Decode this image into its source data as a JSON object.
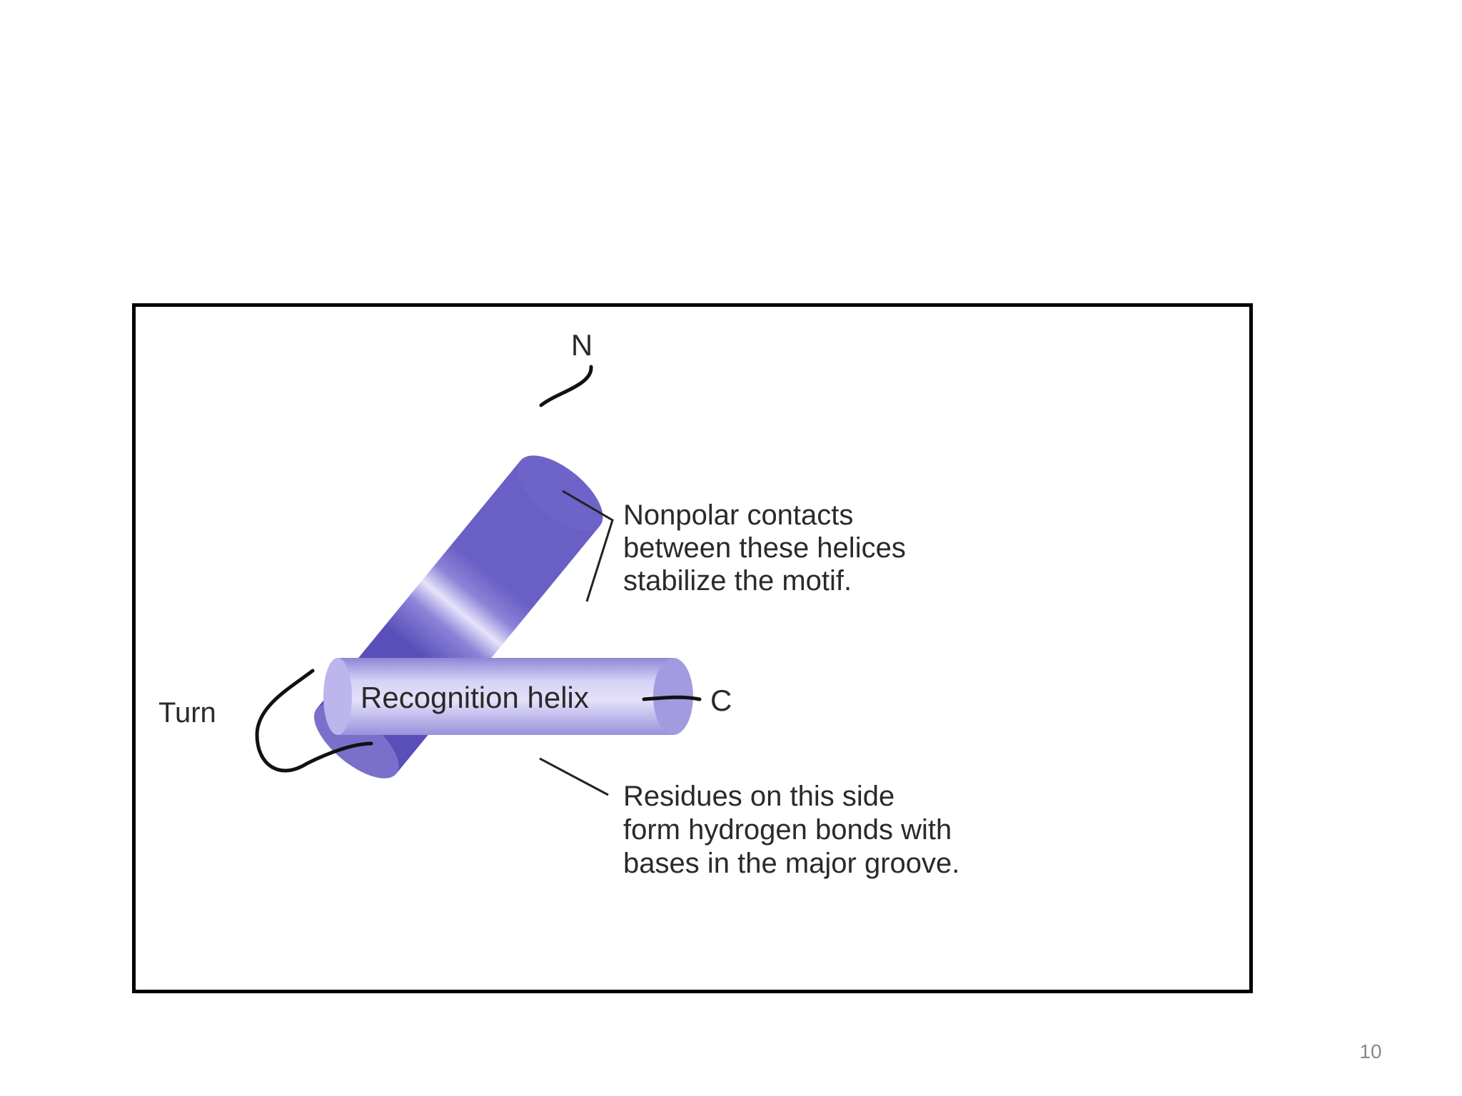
{
  "diagram": {
    "labels": {
      "n_terminus": "N",
      "c_terminus": "C",
      "turn": "Turn",
      "recognition_helix": "Recognition helix"
    },
    "annotations": {
      "nonpolar": [
        "Nonpolar contacts",
        "between these helices",
        "stabilize the motif."
      ],
      "residues": [
        "Residues on this side",
        "form hydrogen bonds with",
        "bases in the major groove."
      ]
    },
    "colors": {
      "helix_dark": "#6a5fc4",
      "helix_light": "#d9d5f5",
      "helix_end": "#8a80d6",
      "outline": "#000000"
    }
  },
  "slide": {
    "page_number": "10"
  }
}
